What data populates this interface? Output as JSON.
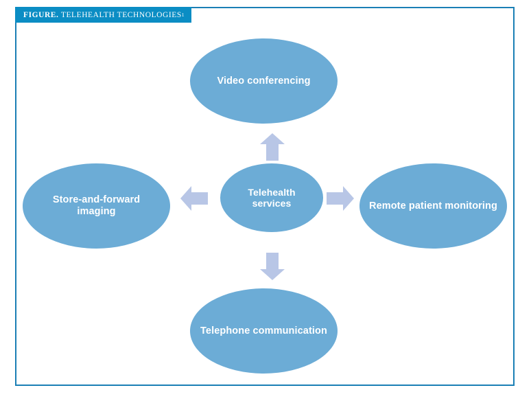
{
  "figure": {
    "caption_label": "FIGURE.",
    "caption_title": "TELEHEALTH TECHNOLOGIES",
    "caption_superscript": "1",
    "frame_border_color": "#1a7fb5",
    "caption_bar_color": "#0b8dc4",
    "background_color": "#ffffff"
  },
  "diagram": {
    "type": "hub-and-spoke",
    "node_fill_color": "#6cacd6",
    "node_text_color": "#ffffff",
    "arrow_fill_color": "#b8c6e6",
    "center": {
      "id": "telehealth-services",
      "label": "Telehealth services"
    },
    "spokes": [
      {
        "id": "video-conferencing",
        "label": "Video conferencing",
        "position": "top",
        "arrow_direction": "up",
        "arrow_icon": "arrow-up-icon"
      },
      {
        "id": "store-and-forward-imaging",
        "label": "Store-and-forward imaging",
        "position": "left",
        "arrow_direction": "left",
        "arrow_icon": "arrow-left-icon"
      },
      {
        "id": "remote-patient-monitoring",
        "label": "Remote patient monitoring",
        "position": "right",
        "arrow_direction": "right",
        "arrow_icon": "arrow-right-icon"
      },
      {
        "id": "telephone-communication",
        "label": "Telephone communication",
        "position": "bottom",
        "arrow_direction": "down",
        "arrow_icon": "arrow-down-icon"
      }
    ]
  }
}
